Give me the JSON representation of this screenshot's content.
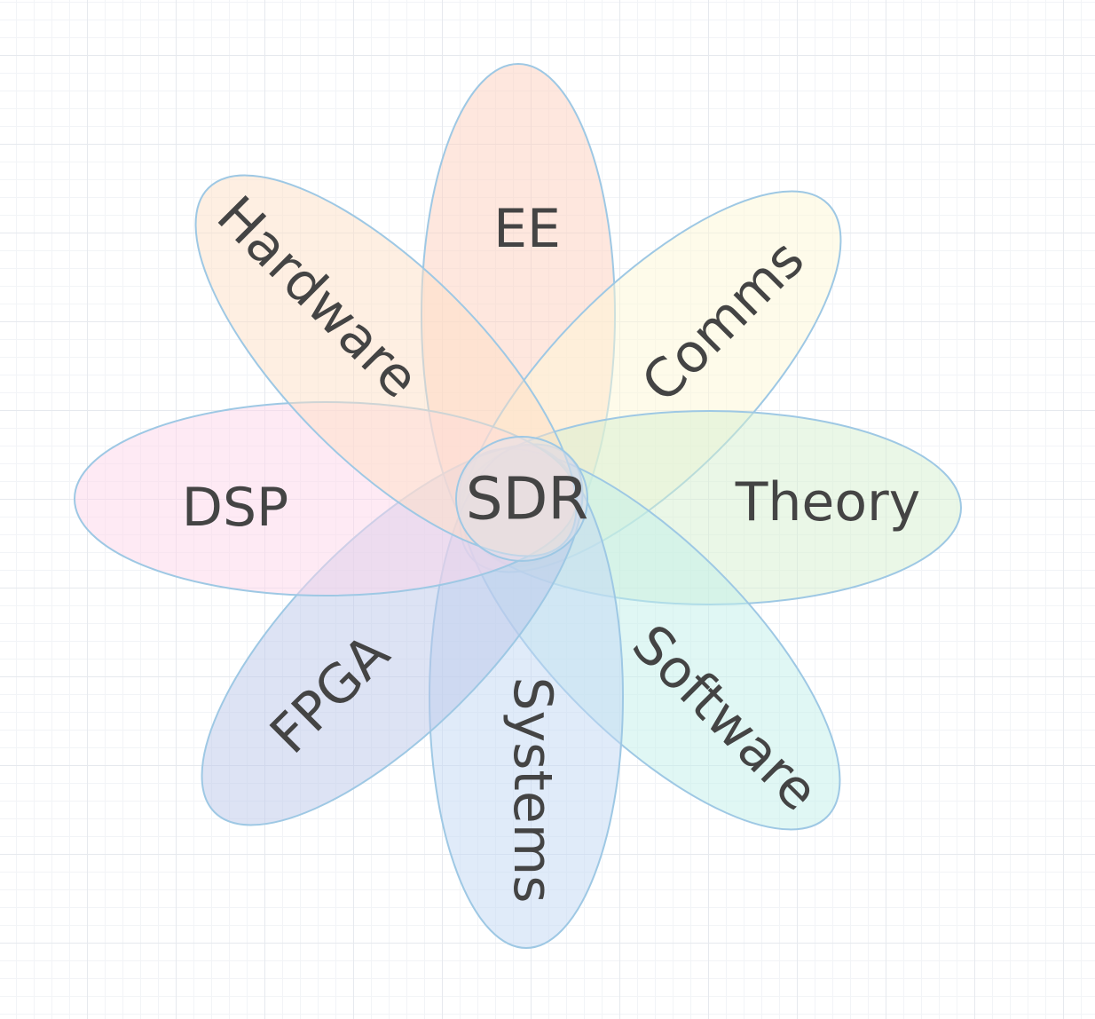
{
  "diagram": {
    "center": {
      "label": "SDR",
      "color": "#e2e2ea"
    },
    "petals": [
      {
        "id": "ee",
        "label": "EE",
        "color": "#fdd0bd"
      },
      {
        "id": "comms",
        "label": "Comms",
        "color": "#fdf8d5"
      },
      {
        "id": "theory",
        "label": "Theory",
        "color": "#d5efcf"
      },
      {
        "id": "software",
        "label": "Software",
        "color": "#c2efe9"
      },
      {
        "id": "systems",
        "label": "Systems",
        "color": "#c2d8f3"
      },
      {
        "id": "fpga",
        "label": "FPGA",
        "color": "#bcc8ea"
      },
      {
        "id": "dsp",
        "label": "DSP",
        "color": "#fdd6e9"
      },
      {
        "id": "hardware",
        "label": "Hardware",
        "color": "#fde0c6"
      }
    ],
    "outline_color": "#9ec8e4",
    "text_color": "#444444"
  }
}
